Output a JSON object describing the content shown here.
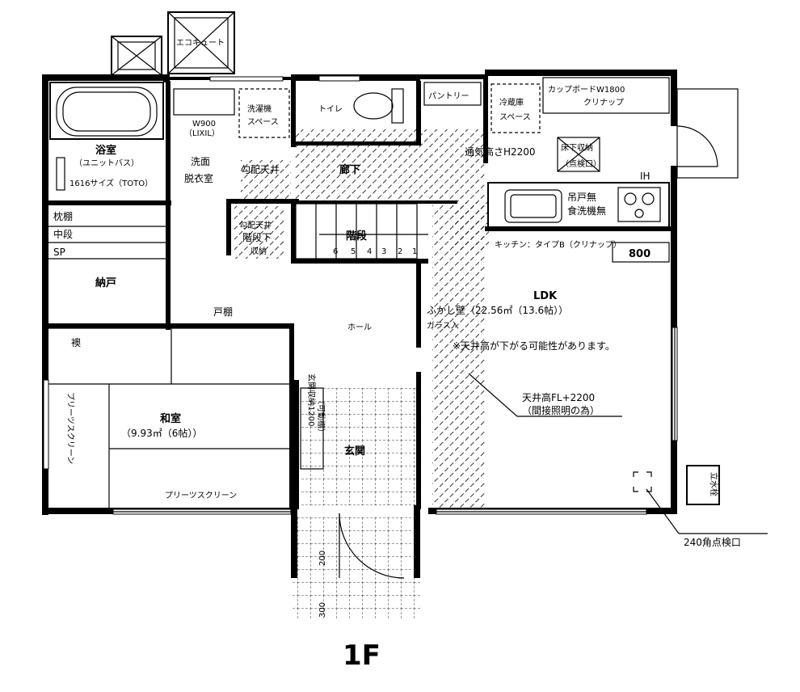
{
  "floor_label": "1F",
  "rooms": {
    "bath": "浴室",
    "bath_unit": "（ユニットバス）",
    "bath_size": "1616サイズ（TOTO）",
    "washroom_1": "洗面",
    "washroom_2": "脱衣室",
    "vanity_1": "W900",
    "vanity_2": "（LIXIL）",
    "washer_1": "洗濯機",
    "washer_2": "スペース",
    "toilet": "トイレ",
    "pantry": "パントリー",
    "fridge_1": "冷蔵庫",
    "fridge_2": "スペース",
    "cupboard_1": "カップボードW1800",
    "cupboard_2": "クリナップ",
    "corridor": "廊下",
    "slope_ceiling": "勾配天井",
    "beam_height": "通気高さH2200",
    "underfloor_1": "床下収納",
    "underfloor_2": "（点検口）",
    "ih": "IH",
    "hood_1": "吊戸無",
    "hood_2": "食洗機無",
    "kitchen": "キッチン：タイプB（クリナップ）",
    "kitchen_dim": "800",
    "stairs": "階段",
    "stair_nums": [
      "6",
      "5",
      "4",
      "3",
      "2",
      "1"
    ],
    "under_stairs_1": "勾配天井",
    "under_stairs_2": "階段下",
    "under_stairs_3": "収納",
    "shelf": "枕棚",
    "mid_shelf": "中段",
    "sp": "SP",
    "closet": "納戸",
    "door_storage": "戸棚",
    "fusuma": "襖",
    "hall": "ホール",
    "ldk": "LDK",
    "ldk_area": "ふかし壁（22.56㎡（13.6帖））",
    "glass": "ガラス入",
    "ceiling_note": "※天井高が下がる可能性があります。",
    "ceiling_height_1": "天井高FL+2200",
    "ceiling_height_2": "（間接照明の為）",
    "washitsu": "和室",
    "washitsu_area": "（9.93㎡（6帖））",
    "pleats_1": "プリーツスクリーン",
    "pleats_2": "プリーツスクリーン",
    "genkan_storage_1": "玄関収納1200",
    "genkan_storage_2": "（可動棚）",
    "genkan": "玄関",
    "ecocute": "エコキュート",
    "faucet": "立水栓",
    "inspection": "240角点検口",
    "dim_200": "200",
    "dim_300": "300"
  }
}
